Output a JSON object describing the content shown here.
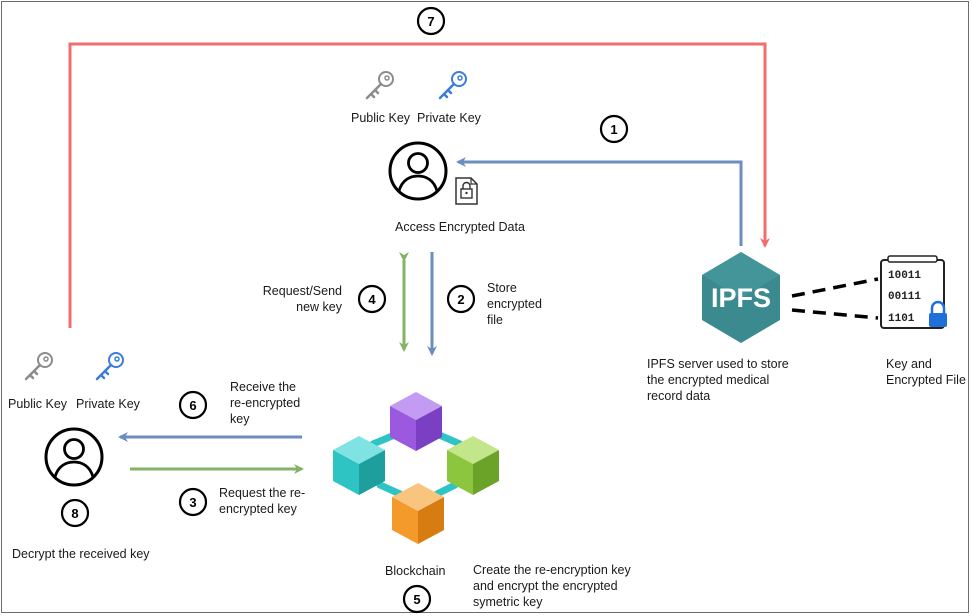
{
  "steps": {
    "s1": "1",
    "s2": "2",
    "s3": "3",
    "s4": "4",
    "s5": "5",
    "s6": "6",
    "s7": "7",
    "s8": "8"
  },
  "top_user": {
    "public_key_label": "Public Key",
    "private_key_label": "Private Key",
    "caption": "Access Encrypted Data"
  },
  "bottom_user": {
    "public_key_label": "Public Key",
    "private_key_label": "Private Key",
    "caption": "Decrypt the received key"
  },
  "edges": {
    "request_send_line1": "Request/Send",
    "request_send_line2": "new key",
    "store_line1": "Store",
    "store_line2": "encrypted",
    "store_line3": "file",
    "receive_line1": "Receive the",
    "receive_line2": "re-encrypted",
    "receive_line3": "key",
    "request_reenc_line1": "Request the re-",
    "request_reenc_line2": "encrypted key"
  },
  "ipfs": {
    "logo_text": "IPFS",
    "caption_line1": "IPFS server used to store",
    "caption_line2": "the encrypted medical",
    "caption_line3": "record data"
  },
  "file": {
    "bits_row1": "10011",
    "bits_row2": "00111",
    "bits_row3": "1101",
    "caption_line1": "Key and",
    "caption_line2": "Encrypted File"
  },
  "blockchain": {
    "caption": "Blockchain",
    "note_line1": "Create the re-encryption key",
    "note_line2": "and encrypt the encrypted",
    "note_line3": "symetric key"
  },
  "colors": {
    "red": "#f26d6d",
    "blue": "#6c8ebf",
    "green": "#82b366",
    "ipfs": "#3b8a8f",
    "purple": "#9b59e0",
    "teal": "#2ec4c4",
    "lime": "#8cc63f",
    "orange": "#f39a2a"
  }
}
